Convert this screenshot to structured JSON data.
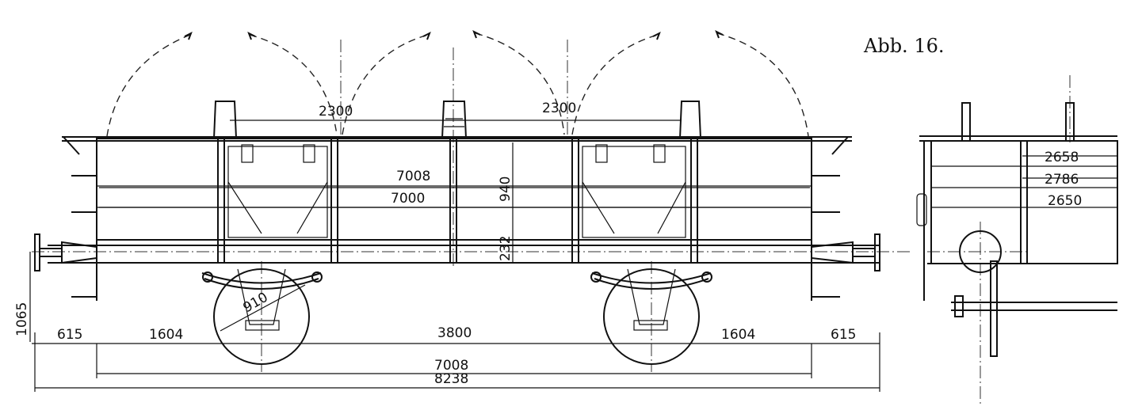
{
  "figure_label": "Abb. 16.",
  "side_view": {
    "dims": {
      "arc_left": "2300",
      "arc_right": "2300",
      "inner_length": "7008",
      "frame_length": "7000",
      "side_height": "940",
      "sole_height": "232",
      "wheel_dia": "910",
      "buffer_height": "1065",
      "seg_a": "615",
      "seg_b": "1604",
      "seg_c": "3800",
      "seg_d": "1604",
      "seg_e": "615",
      "total_inner": "7008",
      "total_outer": "8238"
    }
  },
  "end_view": {
    "dims": {
      "w1": "2658",
      "w2": "2786",
      "w3": "2650"
    }
  }
}
